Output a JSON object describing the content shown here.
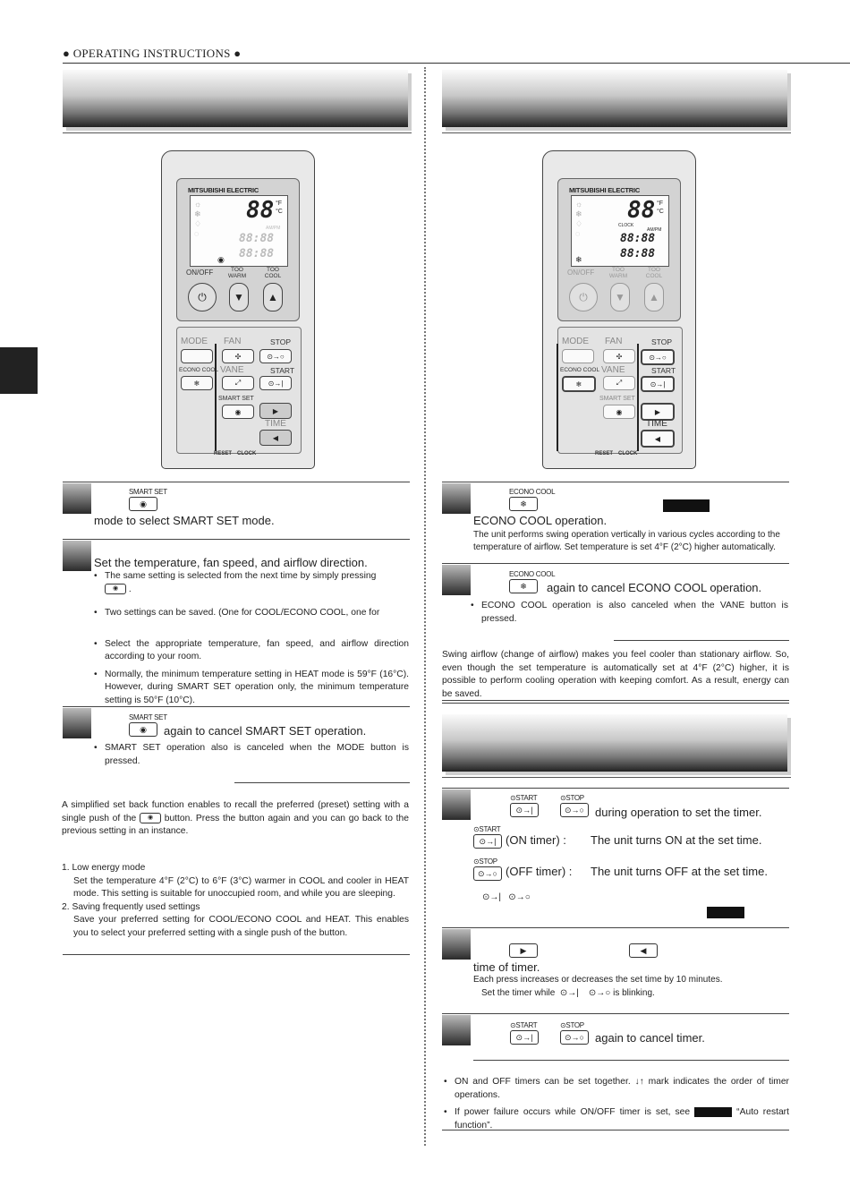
{
  "header": "● OPERATING INSTRUCTIONS ●",
  "remote": {
    "brand": "MITSUBISHI ELECTRIC",
    "temp_display": "88",
    "temp_unit_f": "°F",
    "temp_unit_c": "°C",
    "time_display_1": "88:88",
    "time_display_2": "88:88",
    "am_pm": "AM/PM",
    "clock_label": "CLOCK",
    "on_off": "ON/OFF",
    "too_warm": "TOO WARM",
    "too_cool": "TOO COOL",
    "mode": "MODE",
    "fan": "FAN",
    "stop": "STOP",
    "econo_cool": "ECONO COOL",
    "vane": "VANE",
    "start": "START",
    "smart_set": "SMART SET",
    "time": "TIME",
    "reset": "RESET",
    "clock": "CLOCK"
  },
  "smart_set": {
    "step1_btn_label": "SMART SET",
    "step1_text": "mode to select SMART SET mode.",
    "step2_text": "Set the temperature, fan speed, and airflow direction.",
    "step2_bullets": [
      "The same setting is selected from the next time by simply pressing",
      "Two settings can be saved. (One for COOL/ECONO COOL, one for",
      "Select the appropriate temperature, fan speed, and airflow direction according to your room.",
      "Normally, the minimum temperature setting in HEAT mode is 59°F (16°C). However, during SMART SET operation only, the minimum temperature setting is 50°F (10°C)."
    ],
    "step3_btn_label": "SMART SET",
    "step3_text": "again to cancel SMART SET operation.",
    "step3_bullet": "SMART SET operation also is canceled when the MODE button is pressed.",
    "desc_part1": "A simplified set back function enables to recall the preferred (preset) setting with a single push of the",
    "desc_part2": "button. Press the button again and you can go back to the previous setting in an instance.",
    "list1_title": "1. Low energy mode",
    "list1_text": "Set the temperature 4°F (2°C) to 6°F (3°C) warmer in COOL and cooler in HEAT mode. This setting is suitable for unoccupied room, and while you are sleeping.",
    "list2_title": "2. Saving frequently used settings",
    "list2_text": "Save your preferred setting for COOL/ECONO COOL and HEAT. This enables you to select your preferred setting with a single push of the button."
  },
  "econo": {
    "step1_btn_label": "ECONO COOL",
    "step1_text": "ECONO COOL operation.",
    "step1_desc": "The unit performs swing operation vertically in various cycles according to the temperature of airflow. Set temperature is set 4°F (2°C) higher automatically.",
    "step2_btn_label": "ECONO COOL",
    "step2_text": "again to cancel ECONO COOL operation.",
    "step2_bullet": "ECONO COOL operation is also canceled when the VANE button is pressed.",
    "desc": "Swing airflow (change of airflow) makes you feel cooler than stationary airflow. So, even though the set temperature is automatically set at 4°F (2°C) higher, it is possible to perform cooling operation with keeping comfort. As a result, energy can be saved."
  },
  "timer": {
    "start_label": "START",
    "stop_label": "STOP",
    "step1_text": "during operation to set the timer.",
    "on_timer": "(ON timer) :",
    "on_timer_desc": "The unit turns ON at the set time.",
    "off_timer": "(OFF timer) :",
    "off_timer_desc": "The unit turns OFF at the set time.",
    "step2_text": "time of timer.",
    "step2_desc": "Each press increases or decreases the set time by 10 minutes.",
    "step2_desc2a": "Set the timer while",
    "step2_desc2b": "is blinking.",
    "step3_text": "again to cancel timer.",
    "notes": [
      "ON and OFF timers can be set together. ↓↑ mark indicates the order of timer operations.",
      "If power failure occurs while ON/OFF timer is set, see"
    ],
    "note2_end": "“Auto restart function”."
  }
}
